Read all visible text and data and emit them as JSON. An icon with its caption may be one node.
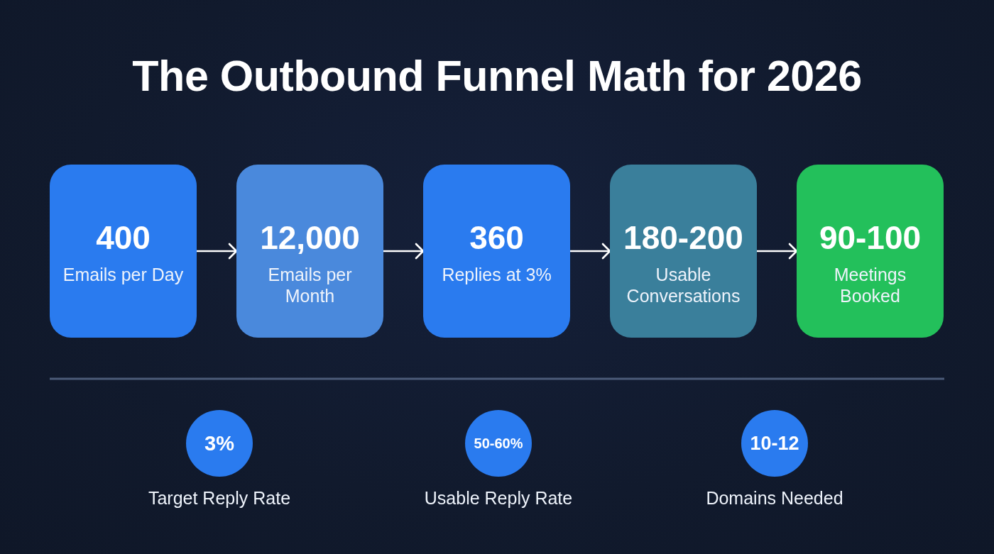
{
  "diagram": {
    "title": "The Outbound Funnel Math for 2026",
    "nodes": [
      {
        "text": [
          "400",
          "Emails per Day"
        ]
      },
      {
        "text": [
          "12,000",
          "Emails per Month"
        ]
      },
      {
        "text": [
          "360",
          "Replies at 3%"
        ]
      },
      {
        "text": [
          "180-200",
          "Usable Conversations"
        ]
      },
      {
        "text": [
          "90-100",
          "Meetings Booked"
        ]
      },
      {
        "text": [
          "3%"
        ],
        "beside": [
          "Target Reply Rate"
        ]
      },
      {
        "text": [
          "50-60%"
        ],
        "beside": [
          "Usable Reply Rate"
        ]
      },
      {
        "text": [
          "10-12"
        ],
        "beside": [
          "Domains Needed"
        ]
      }
    ],
    "edges": [
      {
        "from": 0,
        "to": 1,
        "arrow": "to"
      },
      {
        "from": 1,
        "to": 2,
        "arrow": "to"
      },
      {
        "from": 2,
        "to": 3,
        "arrow": "to"
      },
      {
        "from": 3,
        "to": 4,
        "arrow": "to"
      }
    ]
  }
}
